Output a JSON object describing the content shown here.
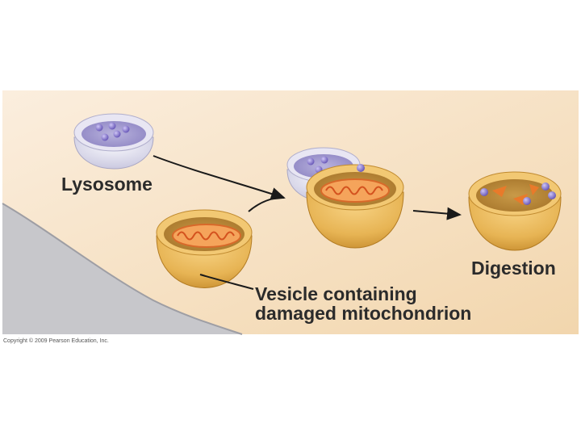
{
  "labels": {
    "lysosome": "Lysosome",
    "digestion": "Digestion",
    "vesicle_line1": "Vesicle containing",
    "vesicle_line2": "damaged mitochondrion"
  },
  "copyright": "Copyright © 2009 Pearson Education, Inc.",
  "colors": {
    "background_cream": "#f6e1c0",
    "background_gray": "#c8c8cc",
    "vesicle_gold": "#e2b04e",
    "lysosome_lavender": "#b8b6d6",
    "enzyme_purple": "#7d6cc4",
    "mitochondrion_orange": "#e97a2a",
    "arrow_black": "#1a1a1a"
  },
  "icons": [
    "lysosome-icon",
    "vesicle-icon",
    "mitochondrion-icon",
    "fusing-vesicle-icon",
    "digestion-vesicle-icon"
  ]
}
